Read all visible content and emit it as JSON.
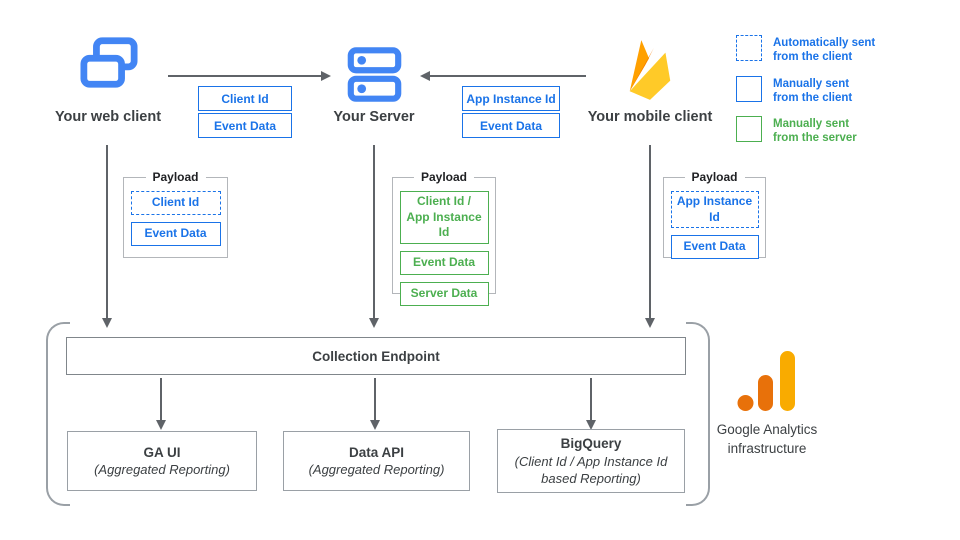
{
  "nodes": {
    "web_client": {
      "label": "Your web client",
      "icon": "overlapping-browser-windows-icon"
    },
    "server": {
      "label": "Your Server",
      "icon": "server-stack-icon"
    },
    "mobile_client": {
      "label": "Your mobile client",
      "icon": "firebase-flame-icon"
    }
  },
  "flows": {
    "web_to_server": {
      "labels": [
        "Client Id",
        "Event Data"
      ],
      "style": "solid-blue"
    },
    "mobile_to_server": {
      "labels": [
        "App Instance Id",
        "Event Data"
      ],
      "style": "solid-blue"
    }
  },
  "legend": {
    "items": [
      {
        "line1": "Automatically sent",
        "line2": "from the client",
        "swatch": "dashed-blue"
      },
      {
        "line1": "Manually sent",
        "line2": "from the client",
        "swatch": "solid-blue"
      },
      {
        "line1": "Manually sent",
        "line2": "from the server",
        "swatch": "solid-green"
      }
    ]
  },
  "payloads": {
    "web": {
      "title": "Payload",
      "items": [
        {
          "line1": "Client Id",
          "style": "dashed-blue"
        },
        {
          "line1": "Event Data",
          "style": "solid-blue"
        }
      ]
    },
    "server": {
      "title": "Payload",
      "items": [
        {
          "line1": "Client Id /",
          "line2": "App Instance Id",
          "style": "solid-green"
        },
        {
          "line1": "Event Data",
          "style": "solid-green"
        },
        {
          "line1": "Server Data",
          "style": "solid-green"
        }
      ]
    },
    "mobile": {
      "title": "Payload",
      "items": [
        {
          "line1": "App Instance Id",
          "style": "dashed-blue"
        },
        {
          "line1": "Event Data",
          "style": "solid-blue"
        }
      ]
    }
  },
  "infrastructure": {
    "collection_endpoint_label": "Collection Endpoint",
    "outputs": [
      {
        "title": "GA UI",
        "subtitle_line1": "(Aggregated Reporting)"
      },
      {
        "title": "Data API",
        "subtitle_line1": "(Aggregated Reporting)"
      },
      {
        "title": "BigQuery",
        "subtitle_line1": "(Client Id / App Instance Id",
        "subtitle_line2": "based Reporting)"
      }
    ],
    "caption_line1": "Google Analytics",
    "caption_line2": "infrastructure",
    "logo_icon": "google-analytics-logo"
  },
  "colors": {
    "label_blue": "#1a73e8",
    "label_green": "#4caf50",
    "icon_blue": "#4285f4",
    "arrow_gray": "#5f6368",
    "ga_amber": "#f9ab00",
    "ga_orange": "#e8710a",
    "firebase_yellow": "#ffca28",
    "firebase_orange": "#ffa000",
    "firebase_deep_orange": "#f57c00"
  }
}
